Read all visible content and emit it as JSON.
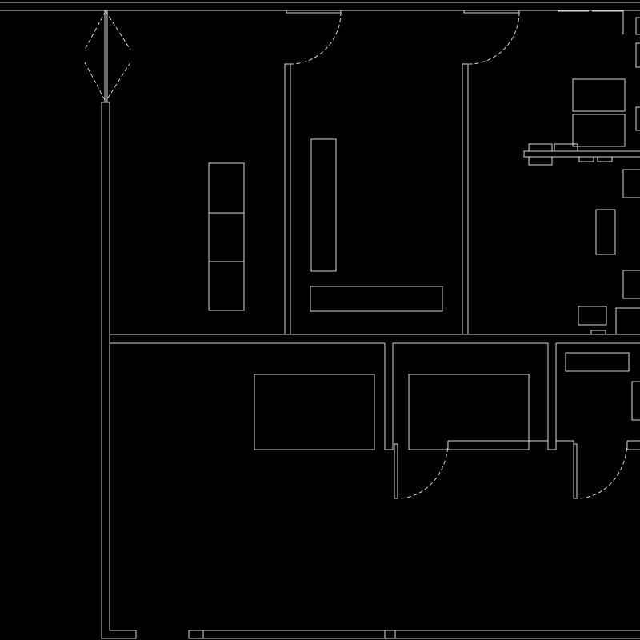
{
  "drawing": {
    "type": "architectural floor plan",
    "background_color": "#000000",
    "line_color": "#d8d8d8",
    "rooms": [
      "top-left-room",
      "top-middle-room",
      "top-right-room",
      "bottom-left-room",
      "bottom-middle-room",
      "bottom-right-room",
      "large-left-space"
    ]
  }
}
